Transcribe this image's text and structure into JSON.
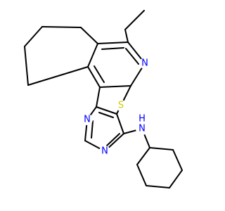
{
  "molecule": {
    "atoms": {
      "N_pyridine": {
        "label": "N",
        "color": "#0000ff"
      },
      "S_thiophene": {
        "label": "S",
        "color": "#cccc00"
      },
      "N_pyrimidine_left": {
        "label": "N",
        "color": "#0000ff"
      },
      "N_pyrimidine_right": {
        "label": "N",
        "color": "#0000ff"
      },
      "NH_amine_N": {
        "label": "N",
        "color": "#0000ff"
      },
      "NH_amine_H": {
        "label": "H",
        "color": "#0000ff"
      }
    },
    "colors": {
      "bond": "#000000",
      "nitrogen": "#0000ff",
      "sulfur": "#cccc00",
      "background": "#ffffff"
    }
  }
}
